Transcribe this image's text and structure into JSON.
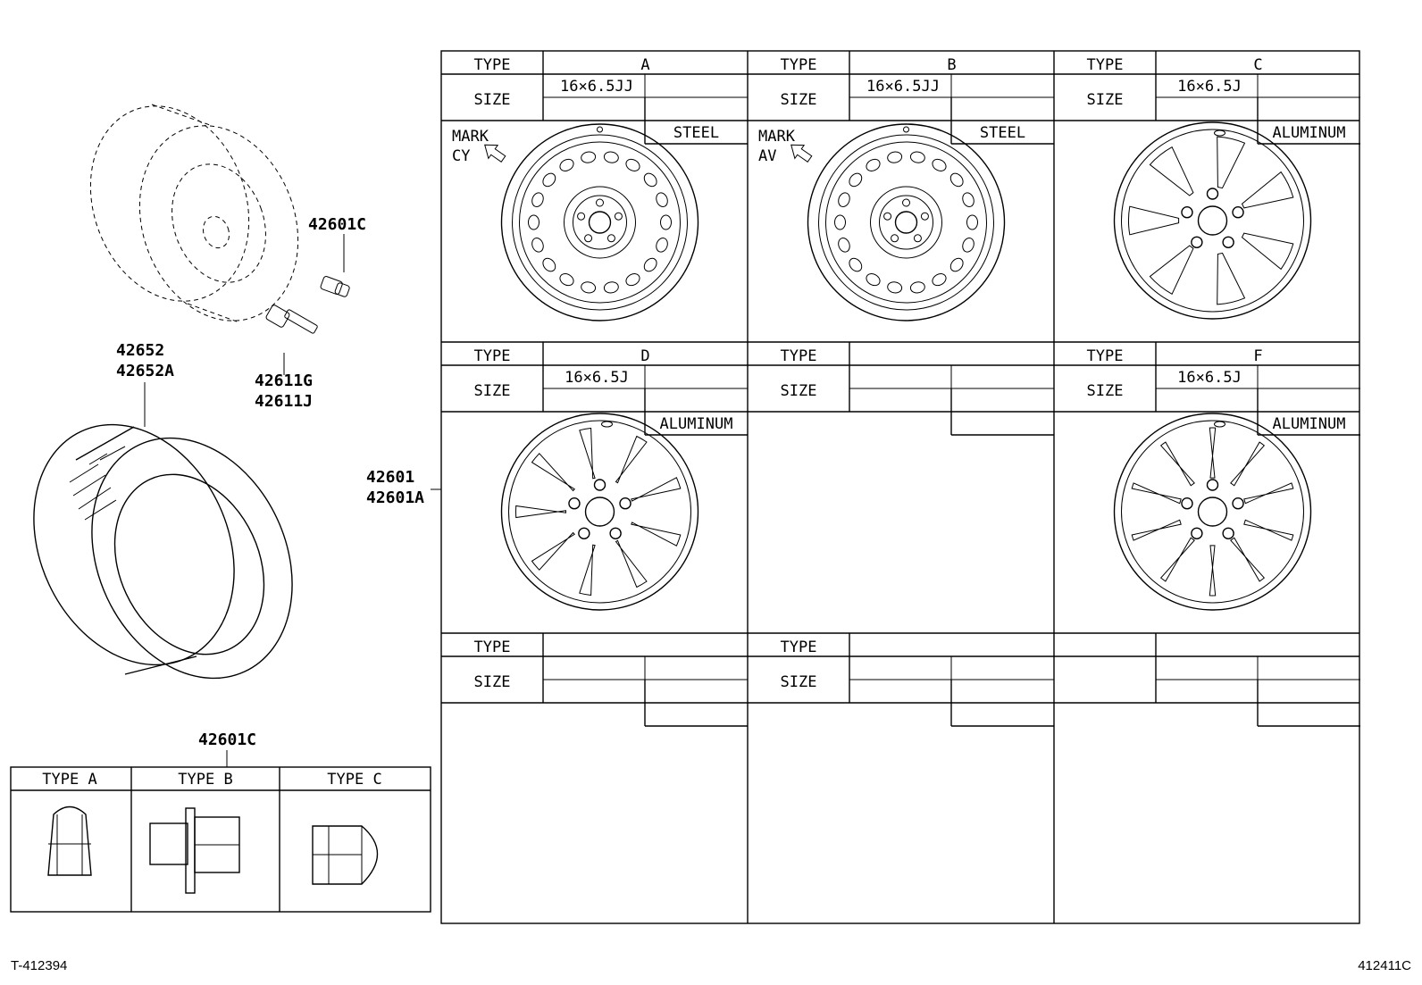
{
  "part_numbers": {
    "tire": [
      "42652",
      "42652A"
    ],
    "valve": [
      "42611G",
      "42611J"
    ],
    "nut_top": "42601C",
    "wheel": [
      "42601",
      "42601A"
    ],
    "nut_table": "42601C"
  },
  "labels": {
    "type": "TYPE",
    "size": "SIZE",
    "mark": "MARK"
  },
  "wheels": [
    {
      "type": "A",
      "size": "16×6.5JJ",
      "material": "STEEL",
      "mark": "CY",
      "style": "steel"
    },
    {
      "type": "B",
      "size": "16×6.5JJ",
      "material": "STEEL",
      "mark": "AV",
      "style": "steel"
    },
    {
      "type": "C",
      "size": "16×6.5J",
      "material": "ALUMINUM",
      "mark": "",
      "style": "alloy7"
    },
    {
      "type": "D",
      "size": "16×6.5J",
      "material": "ALUMINUM",
      "mark": "",
      "style": "alloy9"
    },
    {
      "type": "",
      "size": "",
      "material": "",
      "mark": "",
      "style": "none"
    },
    {
      "type": "F",
      "size": "16×6.5J",
      "material": "ALUMINUM",
      "mark": "",
      "style": "alloy10"
    }
  ],
  "nut_types": [
    "TYPE A",
    "TYPE B",
    "TYPE C"
  ],
  "footer": {
    "left": "T-412394",
    "right": "412411C"
  }
}
